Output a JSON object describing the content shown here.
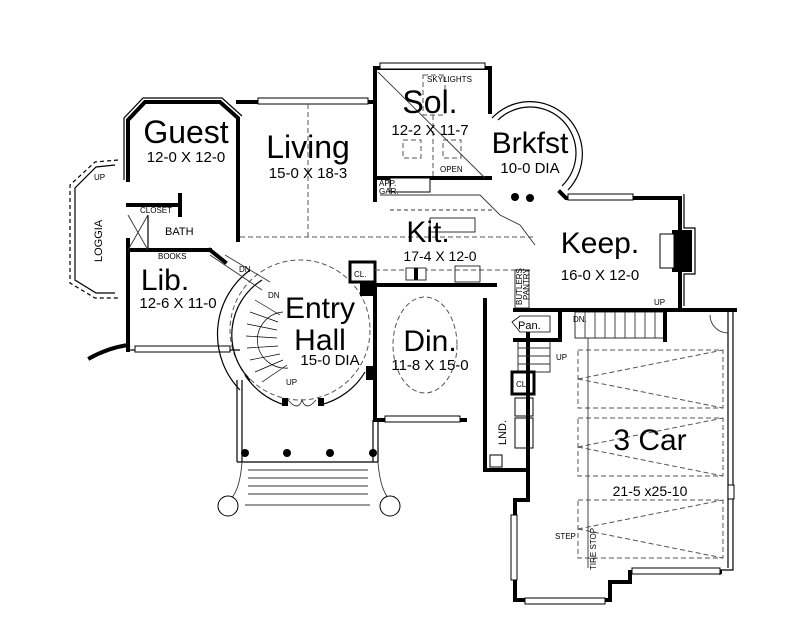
{
  "plan": {
    "colors": {
      "line": "#000000",
      "background": "#ffffff",
      "dashed": "#555555"
    },
    "rooms": [
      {
        "id": "guest",
        "name": "Guest",
        "dims": "12-0 X 12-0"
      },
      {
        "id": "living",
        "name": "Living",
        "dims": "15-0 X 18-3"
      },
      {
        "id": "sol",
        "name": "Sol.",
        "dims": "12-2 X 11-7"
      },
      {
        "id": "brkfst",
        "name": "Brkfst",
        "dims": "10-0 DIA"
      },
      {
        "id": "kit",
        "name": "Kit.",
        "dims": "17-4 X 12-0"
      },
      {
        "id": "keep",
        "name": "Keep.",
        "dims": "16-0 X 12-0"
      },
      {
        "id": "lib",
        "name": "Lib.",
        "dims": "12-6 X 11-0"
      },
      {
        "id": "entry",
        "name_line1": "Entry",
        "name_line2": "Hall",
        "dims": "15-0 DIA"
      },
      {
        "id": "din",
        "name": "Din.",
        "dims": "11-8 X 15-0"
      },
      {
        "id": "garage",
        "name": "3 Car",
        "dims": "21-5 x25-10"
      }
    ],
    "labels": {
      "loggia": "LOGGIA",
      "bath": "BATH",
      "closet": "CLOSET",
      "books": "BOOKS",
      "skylights": "SKYLIGHTS",
      "open": "OPEN",
      "app_gar_1": "APP.",
      "app_gar_2": "GAR.",
      "cl_kitchen": "CL.",
      "cl_laundry": "CL.",
      "butlers_1": "BUTLERS",
      "butlers_2": "PANTRY",
      "pan": "Pan.",
      "lnd": "LND.",
      "up_loggia": "UP",
      "dn_lib": "DN",
      "dn_entry": "DN",
      "up_entry": "UP",
      "up_keep": "UP",
      "dn_garage": "DN.",
      "up_laundry": "UP",
      "step": "STEP",
      "tire_stop": "TIRE STOP"
    }
  }
}
